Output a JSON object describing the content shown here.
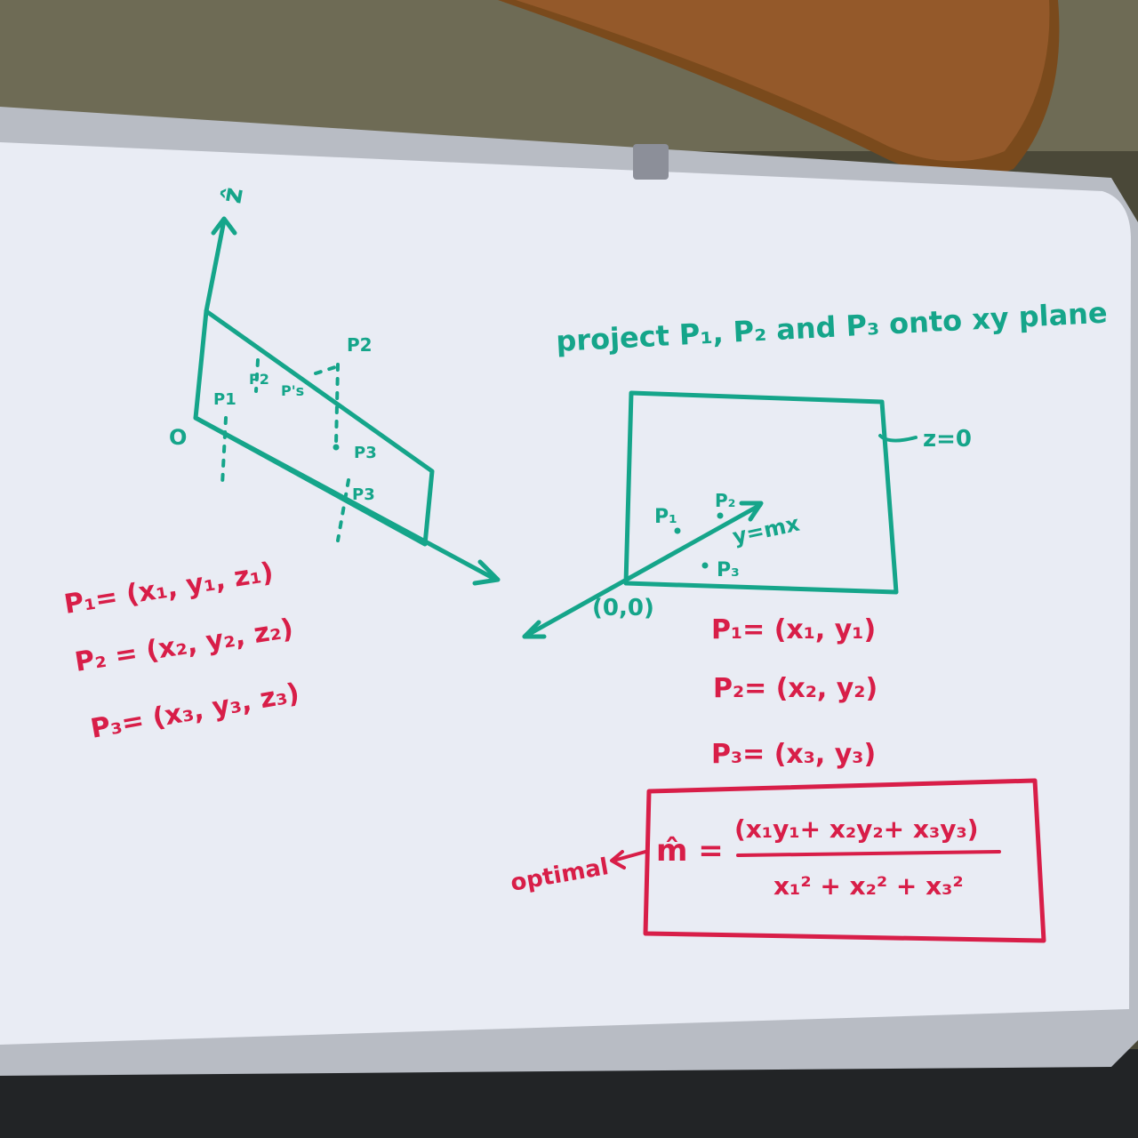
{
  "colors": {
    "board": "#e9ecf4",
    "green_marker": "#15a58a",
    "red_marker": "#d81e48",
    "frame": "#b8bcc4",
    "wood": "#7a4a1c"
  },
  "left_diagram": {
    "axis_z_label": "ẑ",
    "origin_label": "O",
    "p2_label": "P2",
    "p1_label": "P1",
    "p2_proj_label": "P2",
    "p_s_label": "P's",
    "p3_top_label": "P3",
    "p3_label": "P3"
  },
  "left_points": {
    "p1": "P₁= (x₁, y₁, z₁)",
    "p2": "P₂ = (x₂, y₂, z₂)",
    "p3": "P₃= (x₃, y₃, z₃)"
  },
  "right_heading": "project P₁, P₂ and P₃ onto xy plane",
  "right_diagram": {
    "plane_label": "z=0",
    "p1_label": "P₁",
    "p2_label": "P₂",
    "p3_label": "P₃",
    "line_label": "y=mx",
    "origin_label": "(0,0)"
  },
  "right_points": {
    "p1": "P₁= (x₁, y₁)",
    "p2": "P₂= (x₂, y₂)",
    "p3": "P₃= (x₃, y₃)"
  },
  "formula": {
    "annotation": "optimal",
    "lhs": "m̂ =",
    "numerator": "(x₁y₁+ x₂y₂+ x₃y₃)",
    "denominator": "x₁² + x₂² + x₃²"
  }
}
